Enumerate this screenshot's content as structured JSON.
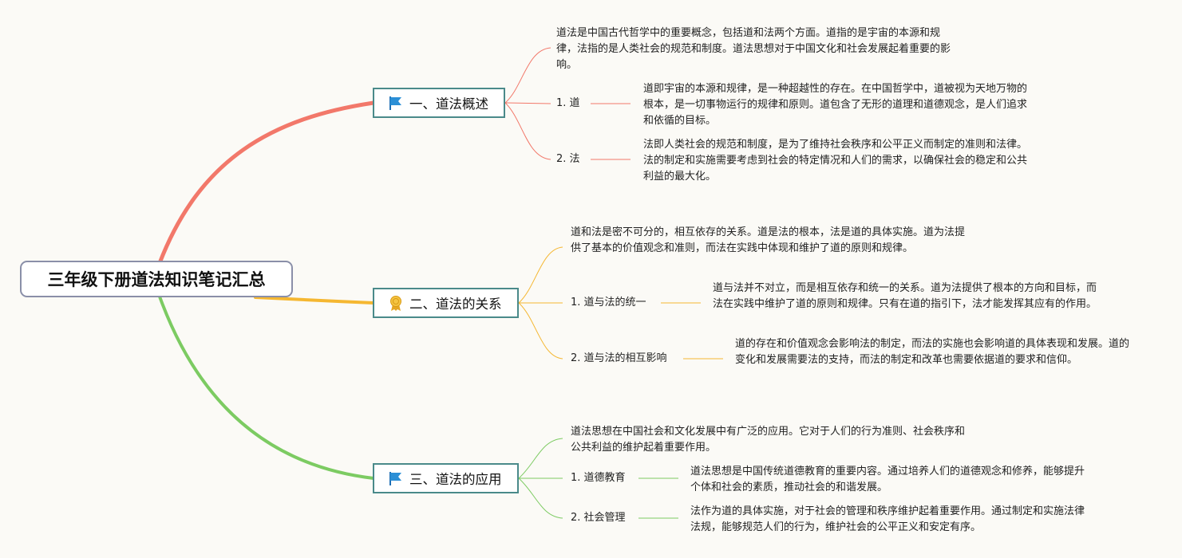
{
  "root": {
    "title": "三年级下册道法知识笔记汇总"
  },
  "colors": {
    "branch1": "#f2786a",
    "branch2": "#f5b731",
    "branch3": "#7ccb62",
    "topic_border": "#4a8a8a"
  },
  "branches": [
    {
      "title": "一、道法概述",
      "icon": "flag-icon",
      "summary": "道法是中国古代哲学中的重要概念，包括道和法两个方面。道指的是宇宙的本源和规律，法指的是人类社会的规范和制度。道法思想对于中国文化和社会发展起着重要的影响。",
      "children": [
        {
          "label": "1. 道",
          "text": "道即宇宙的本源和规律，是一种超越性的存在。在中国哲学中，道被视为天地万物的根本，是一切事物运行的规律和原则。道包含了无形的道理和道德观念，是人们追求和依循的目标。"
        },
        {
          "label": "2. 法",
          "text": "法即人类社会的规范和制度，是为了维持社会秩序和公平正义而制定的准则和法律。法的制定和实施需要考虑到社会的特定情况和人们的需求，以确保社会的稳定和公共利益的最大化。"
        }
      ]
    },
    {
      "title": "二、道法的关系",
      "icon": "award-ribbon-icon",
      "summary": "道和法是密不可分的，相互依存的关系。道是法的根本，法是道的具体实施。道为法提供了基本的价值观念和准则，而法在实践中体现和维护了道的原则和规律。",
      "children": [
        {
          "label": "1. 道与法的统一",
          "text": "道与法并不对立，而是相互依存和统一的关系。道为法提供了根本的方向和目标，而法在实践中维护了道的原则和规律。只有在道的指引下，法才能发挥其应有的作用。"
        },
        {
          "label": "2. 道与法的相互影响",
          "text": "道的存在和价值观念会影响法的制定，而法的实施也会影响道的具体表现和发展。道的变化和发展需要法的支持，而法的制定和改革也需要依据道的要求和信仰。"
        }
      ]
    },
    {
      "title": "三、道法的应用",
      "icon": "flag-icon",
      "summary": "道法思想在中国社会和文化发展中有广泛的应用。它对于人们的行为准则、社会秩序和公共利益的维护起着重要作用。",
      "children": [
        {
          "label": "1. 道德教育",
          "text": "道法思想是中国传统道德教育的重要内容。通过培养人们的道德观念和修养，能够提升个体和社会的素质，推动社会的和谐发展。"
        },
        {
          "label": "2. 社会管理",
          "text": "法作为道的具体实施，对于社会的管理和秩序维护起着重要作用。通过制定和实施法律法规，能够规范人们的行为，维护社会的公平正义和安定有序。"
        }
      ]
    }
  ]
}
